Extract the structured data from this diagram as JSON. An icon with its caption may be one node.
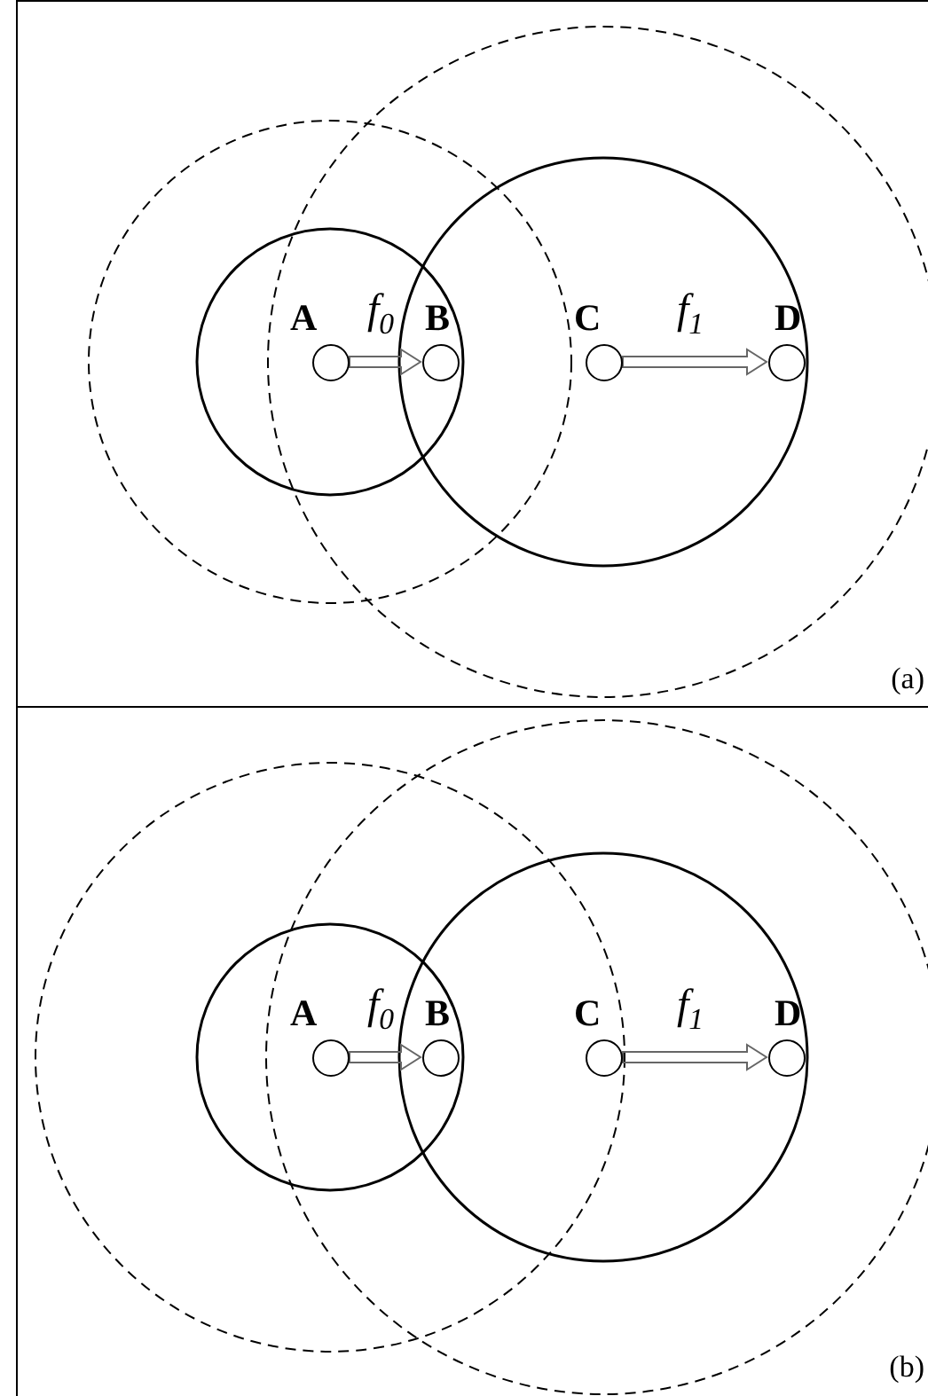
{
  "diagram": {
    "nodes": [
      {
        "text": [
          "(a)"
        ]
      },
      {
        "text": [
          "A"
        ],
        "in": 0
      },
      {
        "text": [
          "B"
        ],
        "in": 0
      },
      {
        "text": [
          "C"
        ],
        "in": 0
      },
      {
        "text": [
          "D"
        ],
        "in": 0
      },
      {
        "text": [
          "(b)"
        ]
      },
      {
        "text": [
          "A"
        ],
        "in": 5
      },
      {
        "text": [
          "B"
        ],
        "in": 5
      },
      {
        "text": [
          "C"
        ],
        "in": 5
      },
      {
        "text": [
          "D"
        ],
        "in": 5
      }
    ],
    "edges": [
      {
        "from": 1,
        "to": 2,
        "arrow": "to",
        "label": "f$_{0}$"
      },
      {
        "from": 3,
        "to": 4,
        "arrow": "to",
        "label": "f$_{1}$"
      },
      {
        "from": 6,
        "to": 7,
        "arrow": "to",
        "label": "f$_{0}$"
      },
      {
        "from": 8,
        "to": 9,
        "arrow": "to",
        "label": "f$_{1}$"
      }
    ]
  }
}
